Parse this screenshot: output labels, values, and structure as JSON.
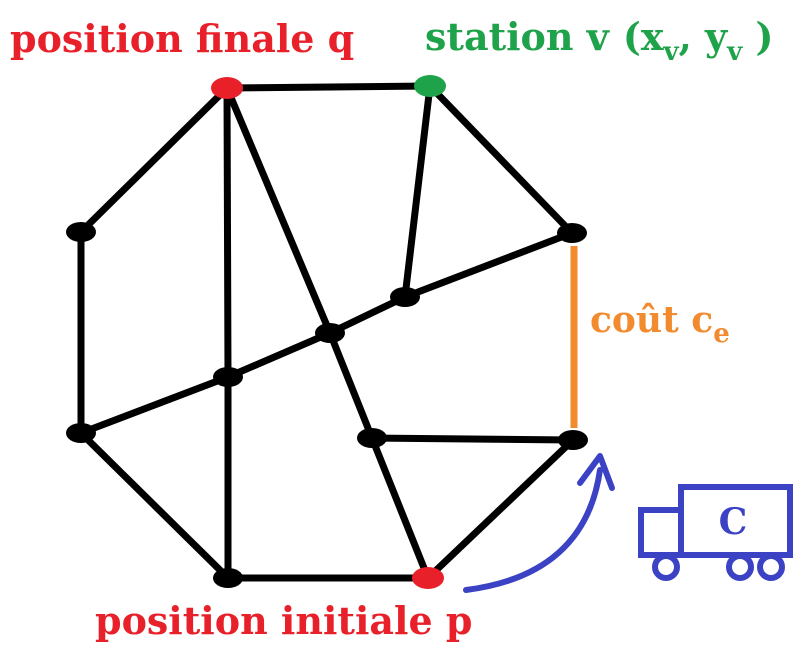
{
  "labels": {
    "final_position": "position finale q",
    "station": {
      "prefix": "station v",
      "open": "(x",
      "sub_x": "v",
      "comma": ", y",
      "sub_y": "v",
      "close": " )"
    },
    "cost": {
      "text": "coût c",
      "sub": "e"
    },
    "initial_position": "position initiale p",
    "truck_letter": "C"
  },
  "colors": {
    "edge": "#000000",
    "node": "#000000",
    "special_node": "#e8202a",
    "station_node": "#1fa34a",
    "red_text": "#e8202a",
    "green_text": "#1fa34a",
    "cost_edge": "#f28a2e",
    "truck": "#3b43c4",
    "arrow": "#3b43c4"
  }
}
